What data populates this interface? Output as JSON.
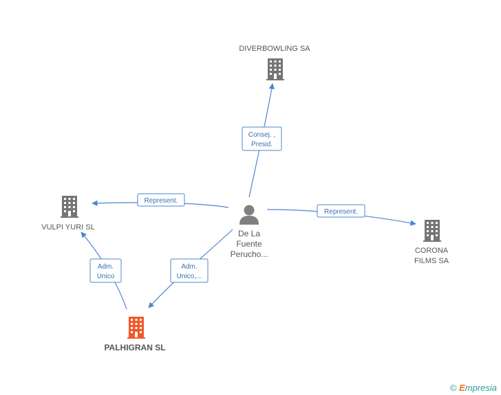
{
  "colors": {
    "edge": "#4a86d0",
    "company": "#757575",
    "focus_company": "#f05a2a",
    "person": "#808080"
  },
  "nodes": {
    "diverbowling": {
      "label": "DIVERBOWLING SA",
      "icon": "building-icon"
    },
    "vulpi": {
      "label": "VULPI YURI SL",
      "icon": "building-icon"
    },
    "corona_line1": {
      "label": "CORONA",
      "icon": "building-icon"
    },
    "corona_line2": {
      "label": "FILMS SA"
    },
    "palhigran": {
      "label": "PALHIGRAN SL",
      "icon": "building-icon",
      "highlight": true
    },
    "person_line1": {
      "label": "De La",
      "icon": "person-icon"
    },
    "person_line2": {
      "label": "Fuente"
    },
    "person_line3": {
      "label": "Perucho..."
    }
  },
  "edges": {
    "person_diverbowling": {
      "line1": "Consej. ,",
      "line2": "Presid."
    },
    "person_vulpi": {
      "line1": "Represent."
    },
    "person_corona": {
      "line1": "Represent."
    },
    "palhigran_vulpi": {
      "line1": "Adm.",
      "line2": "Unico"
    },
    "person_palhigran": {
      "line1": "Adm.",
      "line2": "Unico,..."
    }
  },
  "footer": {
    "copyright_symbol": "©",
    "brand_initial": "E",
    "brand_rest": "mpresia"
  }
}
